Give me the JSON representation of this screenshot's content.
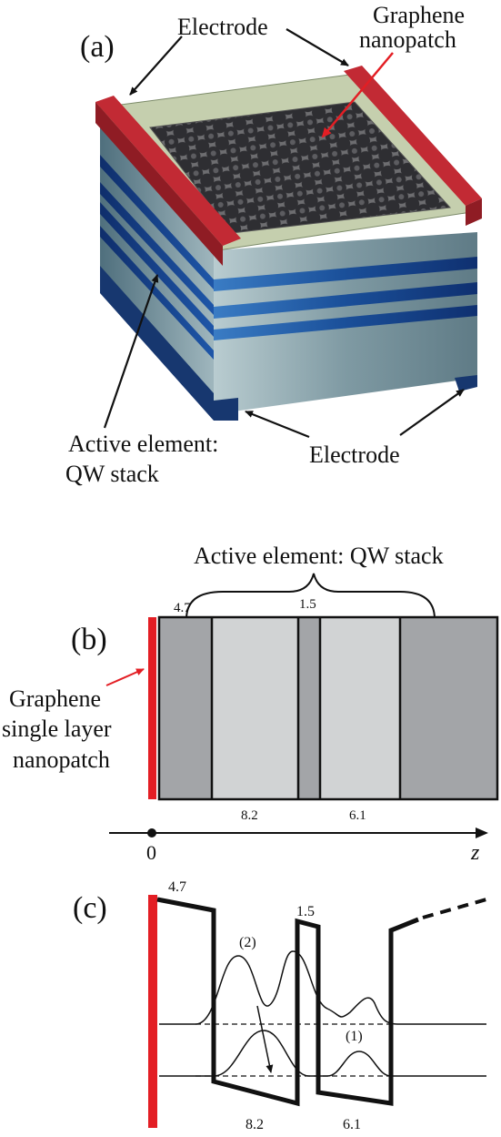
{
  "panel_a": {
    "tag": "(a)",
    "electrode_top": "Electrode",
    "graphene_line1": "Graphene",
    "graphene_line2": "nanopatch",
    "active_line1": "Active element:",
    "active_line2": "QW stack",
    "electrode_bottom": "Electrode"
  },
  "panel_b": {
    "tag": "(b)",
    "brace_label": "Active element: QW stack",
    "top_labels": [
      "4.7",
      "1.5"
    ],
    "bottom_labels": [
      "8.2",
      "6.1"
    ],
    "graphene_line1": "Graphene",
    "graphene_line2": "single layer",
    "graphene_line3": "nanopatch",
    "axis_origin": "0",
    "axis_var": "z"
  },
  "panel_c": {
    "tag": "(c)",
    "top_labels": [
      "4.7",
      "1.5"
    ],
    "bottom_labels": [
      "8.2",
      "6.1"
    ],
    "state_2": "(2)",
    "state_1": "(1)"
  },
  "colors": {
    "red": "#e31e24",
    "dark_gray": "#a3a5a8",
    "light_gray": "#d1d3d4",
    "blue": "#1b4c8f",
    "teal": "#6f8e98",
    "graphene_bg": "#5a5a5a",
    "frame": "#c5cfae"
  }
}
